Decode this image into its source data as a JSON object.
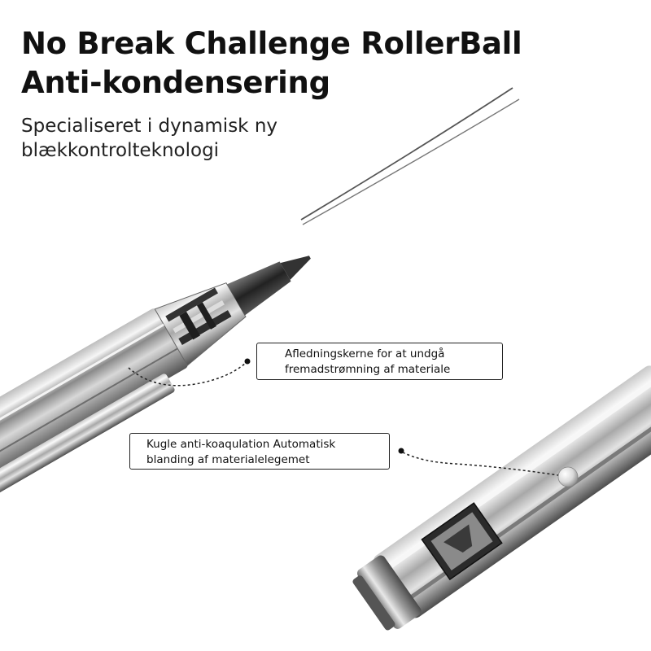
{
  "headline": {
    "line1": "No Break Challenge RollerBall",
    "line2": "Anti-kondensering"
  },
  "subheadline": {
    "line1": "Specialiseret i dynamisk ny",
    "line2": "blækkontrolteknologi"
  },
  "callouts": [
    {
      "line1": "Afledningskerne for at undgå",
      "line2": "fremadstrømning af materiale"
    },
    {
      "line1": "Kugle anti-koaqulation Automatisk",
      "line2": "blanding af materialelegemet"
    }
  ],
  "colors": {
    "background": "#ffffff",
    "text": "#111111",
    "metal_light": "#e9e9e9",
    "metal_dark": "#3a3a3a"
  }
}
